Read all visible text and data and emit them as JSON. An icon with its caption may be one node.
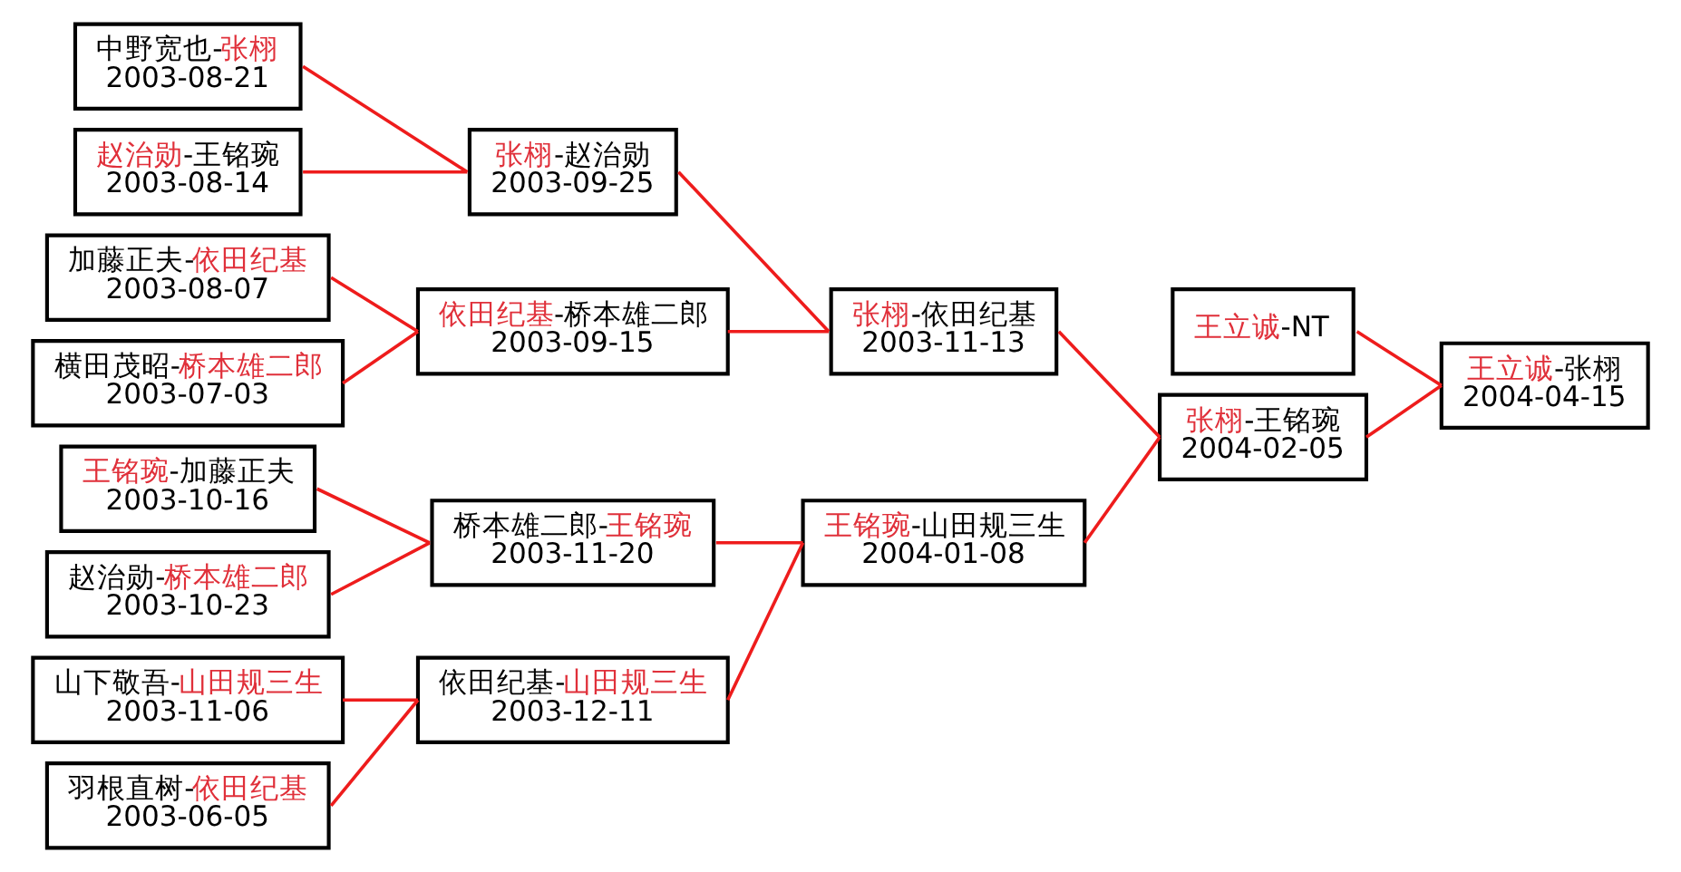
{
  "diagram": {
    "nodes": [
      {
        "text": [
          "中野宽也-张栩",
          "2003-08-21"
        ]
      },
      {
        "text": [
          "赵治勋-王铭琬",
          "2003-08-14"
        ]
      },
      {
        "text": [
          "加藤正夫-依田纪基",
          "2003-08-07"
        ]
      },
      {
        "text": [
          "横田茂昭-桥本雄二郎",
          "2003-07-03"
        ]
      },
      {
        "text": [
          "王铭琬-加藤正夫",
          "2003-10-16"
        ]
      },
      {
        "text": [
          "赵治勋-桥本雄二郎",
          "2003-10-23"
        ]
      },
      {
        "text": [
          "山下敬吾-山田规三生",
          "2003-11-06"
        ]
      },
      {
        "text": [
          "羽根直树-依田纪基",
          "2003-06-05"
        ]
      },
      {
        "text": [
          "张栩-赵治勋",
          "2003-09-25"
        ]
      },
      {
        "text": [
          "依田纪基-桥本雄二郎",
          "2003-09-15"
        ]
      },
      {
        "text": [
          "桥本雄二郎-王铭琬",
          "2003-11-20"
        ]
      },
      {
        "text": [
          "依田纪基-山田规三生",
          "2003-12-11"
        ]
      },
      {
        "text": [
          "张栩-依田纪基",
          "2003-11-13"
        ]
      },
      {
        "text": [
          "王铭琬-山田规三生",
          "2004-01-08"
        ]
      },
      {
        "text": [
          "张栩-王铭琬",
          "2004-02-05"
        ]
      },
      {
        "text": [
          "王立诚-NT"
        ]
      },
      {
        "text": [
          "王立诚-张栩",
          "2004-04-15"
        ]
      }
    ],
    "edges": [
      {
        "from": 0,
        "to": 8,
        "arrow": "none"
      },
      {
        "from": 1,
        "to": 8,
        "arrow": "none"
      },
      {
        "from": 2,
        "to": 9,
        "arrow": "none"
      },
      {
        "from": 3,
        "to": 9,
        "arrow": "none"
      },
      {
        "from": 4,
        "to": 10,
        "arrow": "none"
      },
      {
        "from": 5,
        "to": 10,
        "arrow": "none"
      },
      {
        "from": 6,
        "to": 11,
        "arrow": "none"
      },
      {
        "from": 7,
        "to": 11,
        "arrow": "none"
      },
      {
        "from": 8,
        "to": 12,
        "arrow": "none"
      },
      {
        "from": 9,
        "to": 12,
        "arrow": "none"
      },
      {
        "from": 10,
        "to": 13,
        "arrow": "none"
      },
      {
        "from": 11,
        "to": 13,
        "arrow": "none"
      },
      {
        "from": 12,
        "to": 14,
        "arrow": "none"
      },
      {
        "from": 13,
        "to": 14,
        "arrow": "none"
      },
      {
        "from": 15,
        "to": 16,
        "arrow": "none"
      },
      {
        "from": 14,
        "to": 16,
        "arrow": "none"
      }
    ]
  }
}
